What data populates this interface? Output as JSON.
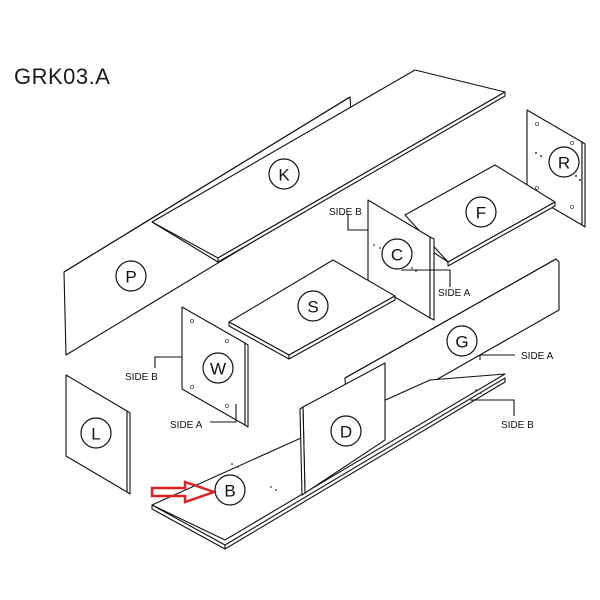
{
  "title": "GRK03.A",
  "parts": {
    "K": "K",
    "P": "P",
    "R": "R",
    "F": "F",
    "C": "C",
    "S": "S",
    "G": "G",
    "W": "W",
    "L": "L",
    "D": "D",
    "B": "B"
  },
  "side_labels": {
    "c_side_b": "SIDE B",
    "c_side_a": "SIDE A",
    "w_side_b": "SIDE B",
    "w_side_a": "SIDE A",
    "g_side_a": "SIDE A",
    "g_side_b": "SIDE B"
  },
  "highlight": {
    "target_part": "B",
    "arrow_color": "#e02020"
  }
}
